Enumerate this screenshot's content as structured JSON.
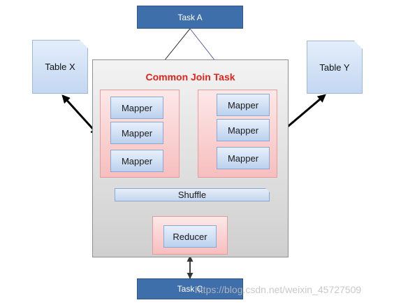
{
  "task_a": {
    "label": "Task A"
  },
  "task_c": {
    "label": "Task C"
  },
  "table_x": {
    "label": "Table X"
  },
  "table_y": {
    "label": "Table Y"
  },
  "join_task": {
    "title": "Common Join Task"
  },
  "left_mappers": [
    "Mapper",
    "Mapper",
    "Mapper"
  ],
  "right_mappers": [
    "Mapper",
    "Mapper",
    "Mapper"
  ],
  "shuffle": {
    "label": "Shuffle"
  },
  "reducer": {
    "label": "Reducer"
  },
  "watermark": "https://blog.csdn.net/weixin_45727509",
  "colors": {
    "task_fill": "#3f6fab",
    "title_red": "#e0241b",
    "group_pink": "#f7bebe",
    "box_blue": "#bcd1ee"
  }
}
